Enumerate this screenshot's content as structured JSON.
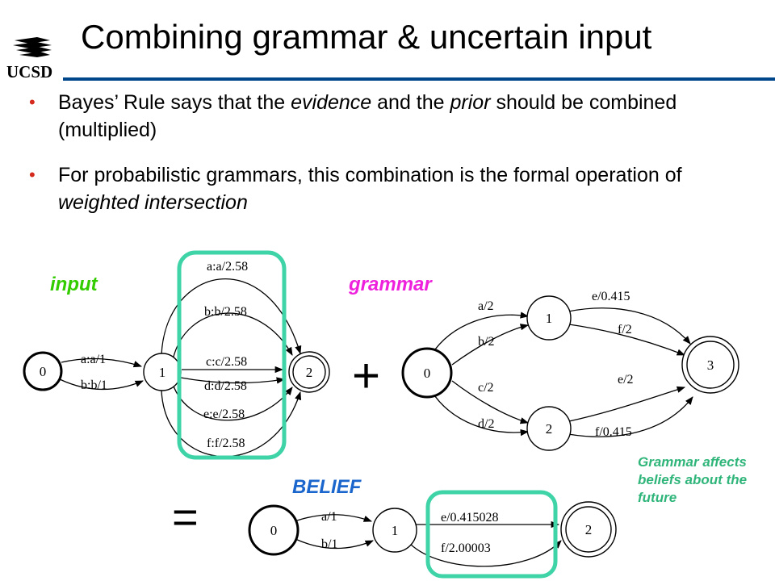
{
  "slide": {
    "title": "Combining grammar & uncertain input",
    "logo_text": "UCSD",
    "colors": {
      "rule": "#00468b",
      "bullet_dot": "#d52b1e",
      "highlight": "#3fd3a8",
      "input_label": "#33cc00",
      "grammar_label": "#ee22dd",
      "belief_label": "#1a66cc",
      "note": "#2fb57a"
    }
  },
  "bullets": [
    {
      "parts": [
        {
          "text": "Bayes’ Rule says that the ",
          "italic": false
        },
        {
          "text": "evidence",
          "italic": true
        },
        {
          "text": " and the ",
          "italic": false
        },
        {
          "text": "prior",
          "italic": true
        },
        {
          "text": " should be combined (multiplied)",
          "italic": false
        }
      ]
    },
    {
      "parts": [
        {
          "text": "For probabilistic grammars, this combination is the formal operation of ",
          "italic": false
        },
        {
          "text": "weighted intersection",
          "italic": true
        }
      ]
    }
  ],
  "labels": {
    "input": "input",
    "grammar": "grammar",
    "belief": "BELIEF",
    "plus": "+",
    "equals": "=",
    "note": "Grammar affects beliefs about the future"
  },
  "input_fsa": {
    "states": [
      "0",
      "1",
      "2"
    ],
    "arcs_0_1": [
      "a:a/1",
      "b:b/1"
    ],
    "arcs_1_2": [
      "a:a/2.58",
      "b:b/2.58",
      "c:c/2.58",
      "d:d/2.58",
      "e:e/2.58",
      "f:f/2.58"
    ]
  },
  "grammar_fsa": {
    "states": [
      "0",
      "1",
      "2",
      "3"
    ],
    "arcs_0_1": [
      "a/2",
      "b/2"
    ],
    "arcs_0_2": [
      "c/2",
      "d/2"
    ],
    "arcs_1_3": [
      "e/0.415",
      "f/2"
    ],
    "arcs_2_3": [
      "e/2",
      "f/0.415"
    ]
  },
  "belief_fsa": {
    "states": [
      "0",
      "1",
      "2"
    ],
    "arcs_0_1": [
      "a/1",
      "b/1"
    ],
    "arcs_1_2": [
      "e/0.415028",
      "f/2.00003"
    ]
  }
}
